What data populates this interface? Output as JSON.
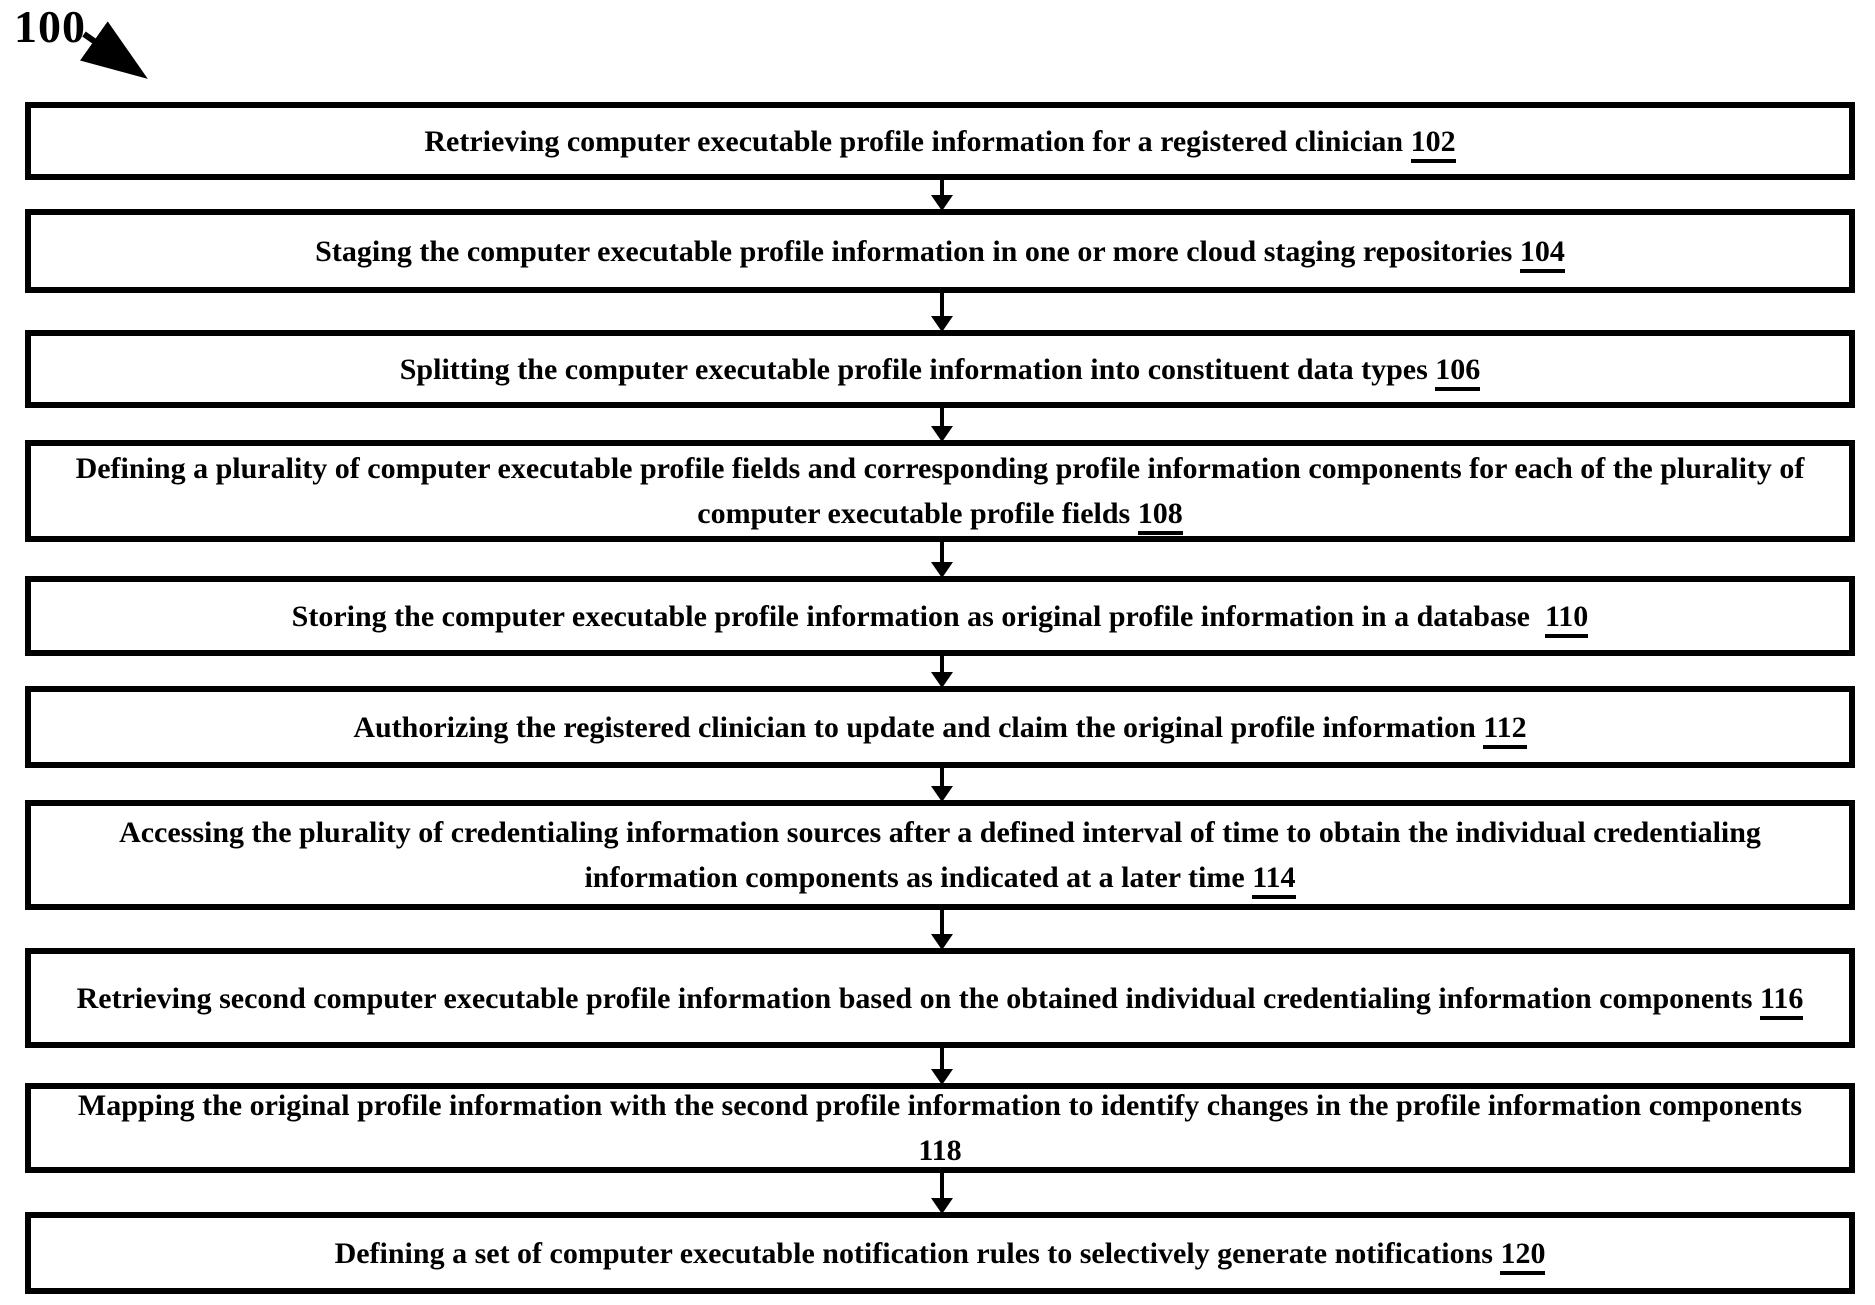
{
  "figure": {
    "label": "100"
  },
  "boxes": [
    {
      "text": "Retrieving computer executable profile information for a registered clinician",
      "ref": "102"
    },
    {
      "text": "Staging the computer executable profile information in one or more cloud staging repositories",
      "ref": "104"
    },
    {
      "text": "Splitting the computer executable profile information into constituent data types",
      "ref": "106"
    },
    {
      "text": "Defining a plurality of computer executable profile fields and corresponding profile information components for each of the plurality of computer executable profile fields",
      "ref": "108"
    },
    {
      "text": "Storing the computer executable profile information as original profile information in a database",
      "ref": "110"
    },
    {
      "text": "Authorizing the registered clinician to update and claim the original profile information",
      "ref": "112"
    },
    {
      "text": "Accessing the plurality of credentialing information sources after a defined interval of time to obtain the individual credentialing information components as indicated at a later time",
      "ref": "114"
    },
    {
      "text": "Retrieving second computer executable profile information based on the obtained individual credentialing information components",
      "ref": "116"
    },
    {
      "text": "Mapping the original profile information with the second profile information to identify changes in the profile information components",
      "ref": "118"
    },
    {
      "text": "Defining a set of computer executable notification rules to selectively generate notifications",
      "ref": "120"
    }
  ]
}
